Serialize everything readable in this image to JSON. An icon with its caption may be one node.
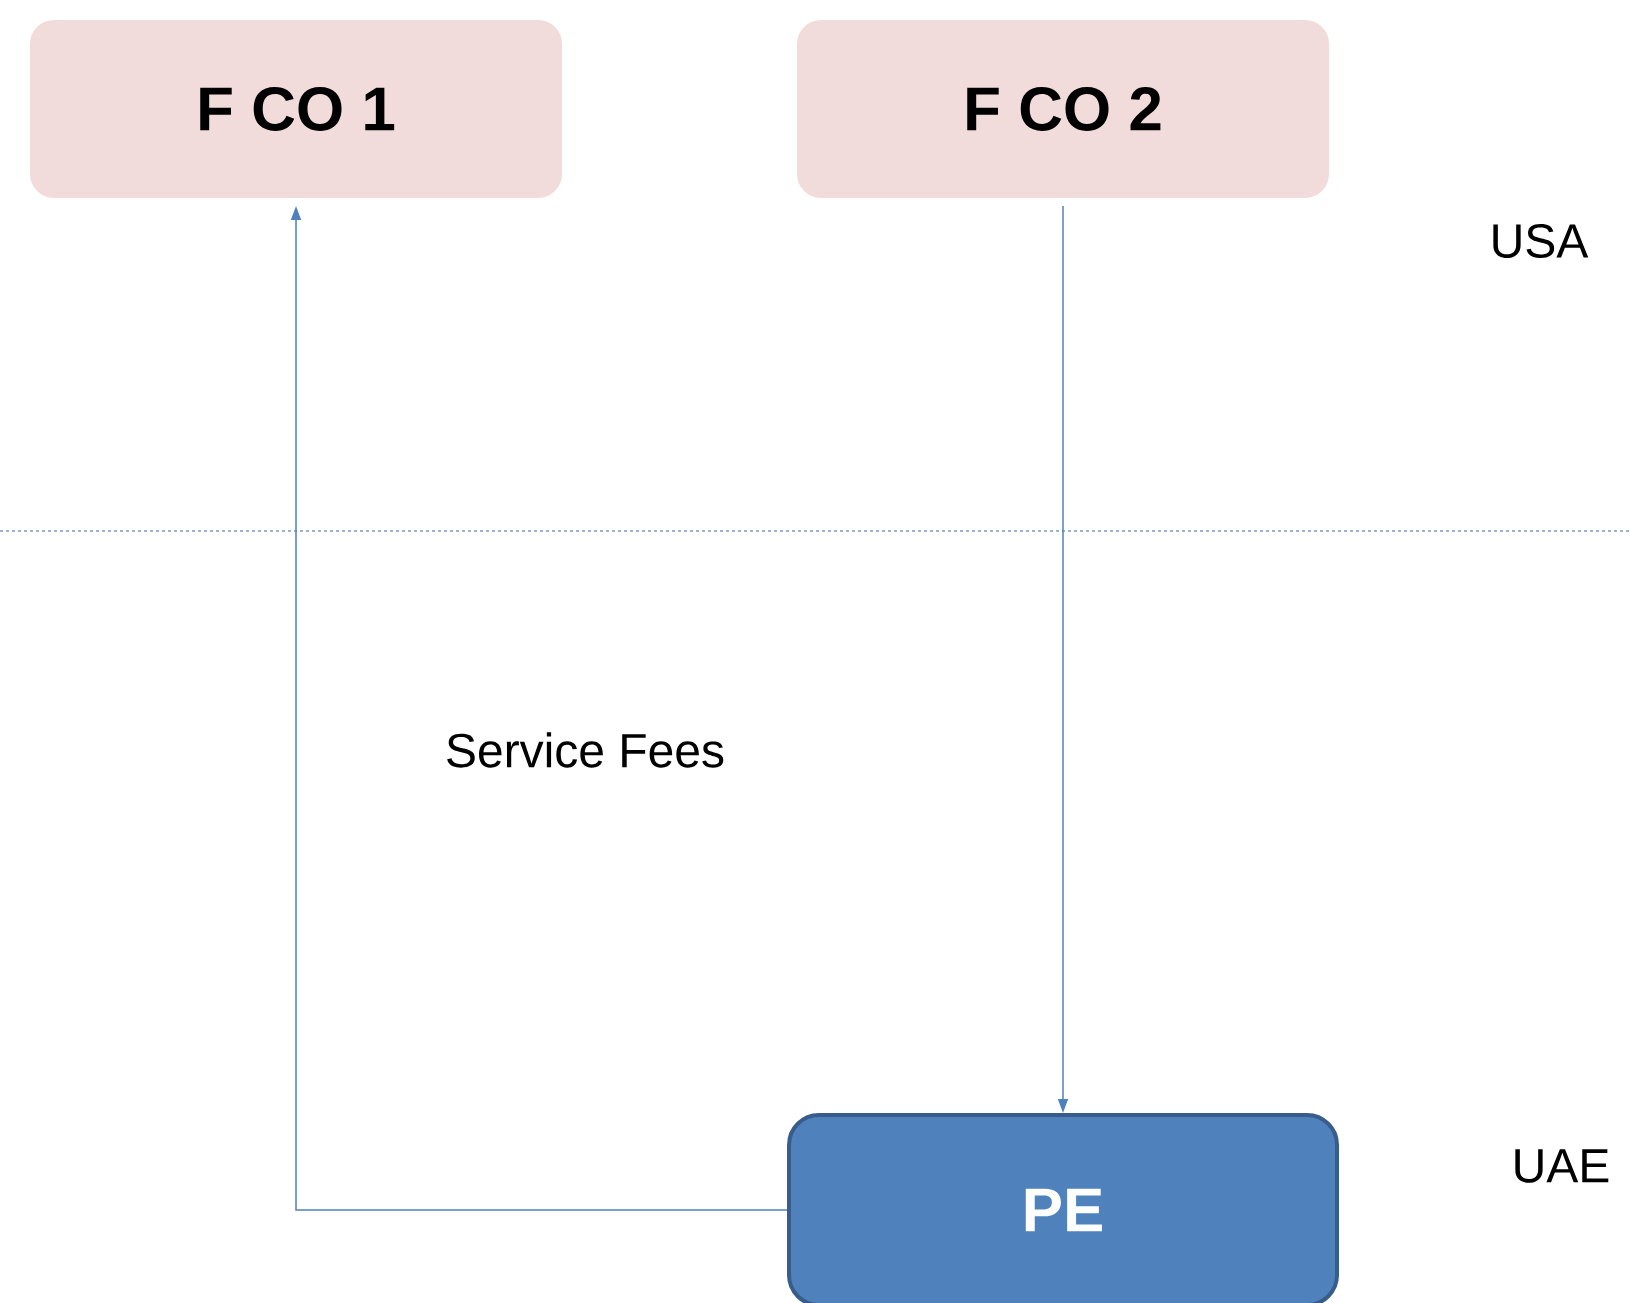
{
  "diagram": {
    "nodes": [
      {
        "text": [
          "F CO 1"
        ]
      },
      {
        "text": [
          "F CO 2"
        ]
      },
      {
        "text": [
          "PE"
        ]
      }
    ],
    "edges": [
      {
        "from": 2,
        "to": 0,
        "arrow": "to"
      },
      {
        "from": 1,
        "to": 2,
        "arrow": "to"
      }
    ],
    "labels": [
      "USA",
      "Service Fees",
      "UAE"
    ]
  }
}
